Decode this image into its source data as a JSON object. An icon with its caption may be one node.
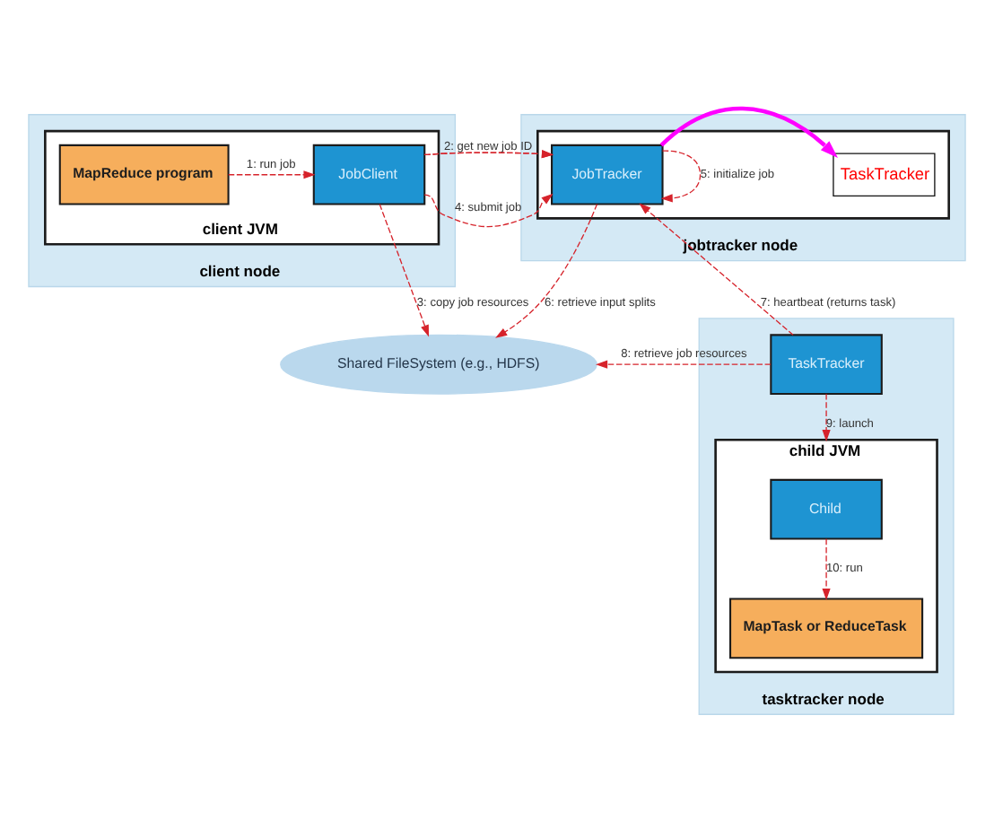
{
  "diagram": {
    "nodes": [
      {
        "text": [
          "client node"
        ]
      },
      {
        "text": [
          "client JVM"
        ],
        "in": 0
      },
      {
        "text": [
          "MapReduce program"
        ],
        "in": 1
      },
      {
        "text": [
          "JobClient"
        ],
        "in": 1
      },
      {
        "text": [
          "jobtracker node"
        ]
      },
      {
        "text": [],
        "shape": "box",
        "in": 4
      },
      {
        "text": [
          "JobTracker"
        ],
        "in": 5
      },
      {
        "text": [
          "TaskTracker"
        ],
        "in": 5
      },
      {
        "text": [
          "Shared FileSystem (e.g., HDFS)"
        ]
      },
      {
        "text": [
          "tasktracker node"
        ]
      },
      {
        "text": [
          "TaskTracker"
        ],
        "in": 9
      },
      {
        "text": [
          "child JVM"
        ],
        "in": 9
      },
      {
        "text": [
          "Child"
        ],
        "in": 11
      },
      {
        "text": [
          "MapTask or ReduceTask"
        ],
        "in": 11
      }
    ],
    "edges": [
      {
        "from": 2,
        "to": 3,
        "arrow": "to",
        "label": "1: run job",
        "style": "dashed"
      },
      {
        "from": 3,
        "to": 6,
        "arrow": "to",
        "label": "2: get new job ID",
        "style": "dashed"
      },
      {
        "from": 3,
        "to": 6,
        "arrow": "to",
        "label": "4: submit job",
        "style": "dashed"
      },
      {
        "from": 3,
        "to": 8,
        "arrow": "to",
        "label": "3: copy job resources",
        "style": "dashed"
      },
      {
        "from": 6,
        "to": 6,
        "arrow": "to",
        "label": "5: initialize job",
        "style": "dashed"
      },
      {
        "from": 6,
        "to": 8,
        "arrow": "to",
        "label": "6: retrieve input splits",
        "style": "dashed"
      },
      {
        "from": 10,
        "to": 6,
        "arrow": "to",
        "label": "7: heartbeat (returns task)",
        "style": "dashed"
      },
      {
        "from": 10,
        "to": 8,
        "arrow": "to",
        "label": "8: retrieve job resources",
        "style": "dashed"
      },
      {
        "from": 10,
        "to": 11,
        "arrow": "to",
        "label": "9: launch",
        "style": "dashed"
      },
      {
        "from": 12,
        "to": 13,
        "arrow": "to",
        "label": "10: run",
        "style": "dashed"
      },
      {
        "from": 6,
        "to": 7,
        "arrow": "to",
        "style": "thick",
        "color": "#ff00ff"
      }
    ]
  }
}
